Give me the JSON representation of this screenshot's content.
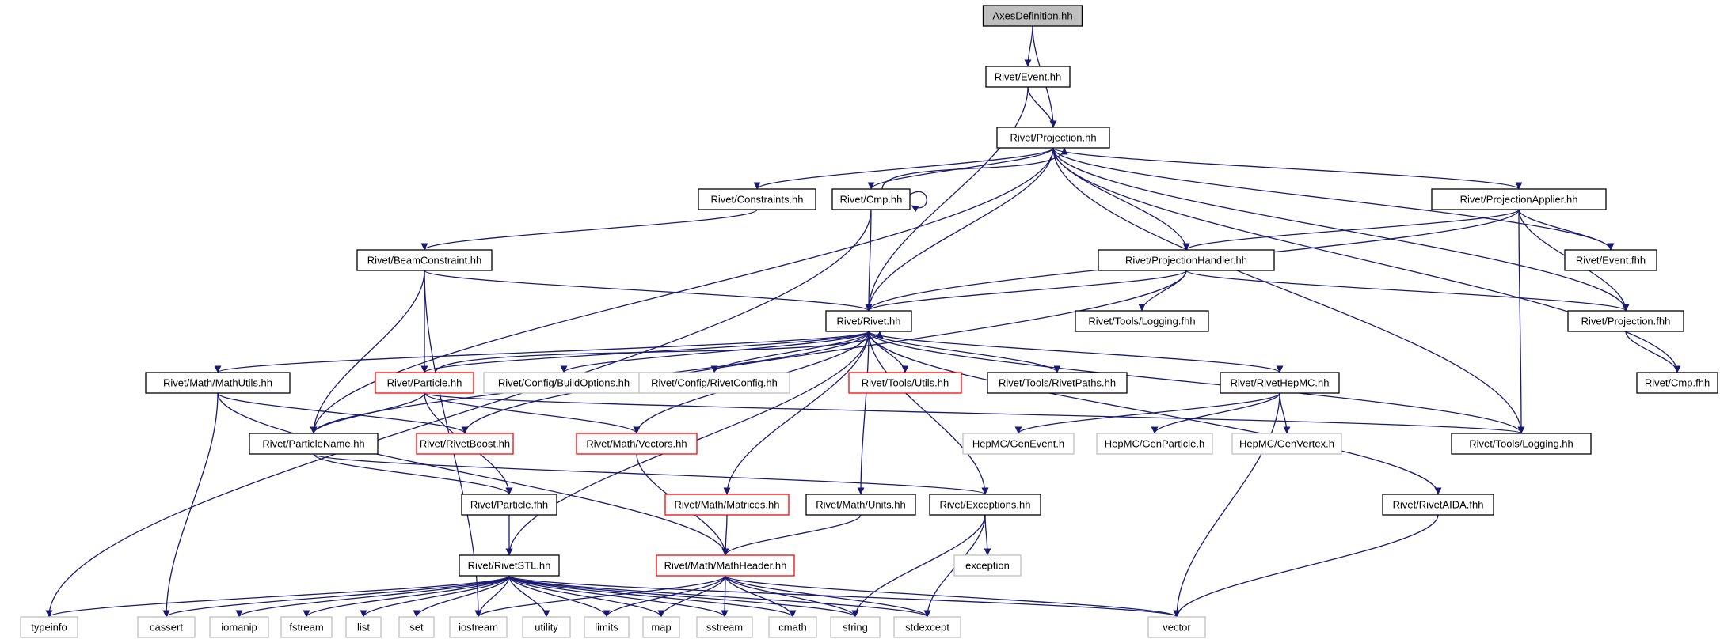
{
  "styles": {
    "normal": {
      "fill": "#ffffff",
      "stroke": "#000000",
      "text": "#000000"
    },
    "root": {
      "fill": "#bfbfbf",
      "stroke": "#000000",
      "text": "#000000"
    },
    "truncated": {
      "fill": "#ffffff",
      "stroke": "#ff0000",
      "text": "#000000"
    },
    "external": {
      "fill": "#ffffff",
      "stroke": "#bfbfbf",
      "text": "#000000"
    },
    "edge": "#191970"
  },
  "nodes": [
    {
      "id": "axes",
      "label": "AxesDefinition.hh",
      "style": "root"
    },
    {
      "id": "event",
      "label": "Rivet/Event.hh",
      "style": "normal"
    },
    {
      "id": "projection",
      "label": "Rivet/Projection.hh",
      "style": "normal"
    },
    {
      "id": "constraints",
      "label": "Rivet/Constraints.hh",
      "style": "normal"
    },
    {
      "id": "cmp",
      "label": "Rivet/Cmp.hh",
      "style": "normal"
    },
    {
      "id": "projapplier",
      "label": "Rivet/ProjectionApplier.hh",
      "style": "normal"
    },
    {
      "id": "beamconstraint",
      "label": "Rivet/BeamConstraint.hh",
      "style": "normal"
    },
    {
      "id": "projhandler",
      "label": "Rivet/ProjectionHandler.hh",
      "style": "normal"
    },
    {
      "id": "eventfhh",
      "label": "Rivet/Event.fhh",
      "style": "normal"
    },
    {
      "id": "rivet",
      "label": "Rivet/Rivet.hh",
      "style": "normal"
    },
    {
      "id": "loggingfhh",
      "label": "Rivet/Tools/Logging.fhh",
      "style": "normal"
    },
    {
      "id": "projfhh",
      "label": "Rivet/Projection.fhh",
      "style": "normal"
    },
    {
      "id": "cmpfhh",
      "label": "Rivet/Cmp.fhh",
      "style": "normal"
    },
    {
      "id": "mathutils",
      "label": "Rivet/Math/MathUtils.hh",
      "style": "normal"
    },
    {
      "id": "particle",
      "label": "Rivet/Particle.hh",
      "style": "truncated"
    },
    {
      "id": "buildoptions",
      "label": "Rivet/Config/BuildOptions.hh",
      "style": "external"
    },
    {
      "id": "rivetconfig",
      "label": "Rivet/Config/RivetConfig.hh",
      "style": "external"
    },
    {
      "id": "utils",
      "label": "Rivet/Tools/Utils.hh",
      "style": "truncated"
    },
    {
      "id": "rivetpaths",
      "label": "Rivet/Tools/RivetPaths.hh",
      "style": "normal"
    },
    {
      "id": "rivethepmc",
      "label": "Rivet/RivetHepMC.hh",
      "style": "normal"
    },
    {
      "id": "particlename",
      "label": "Rivet/ParticleName.hh",
      "style": "normal"
    },
    {
      "id": "rivetboost",
      "label": "Rivet/RivetBoost.hh",
      "style": "truncated"
    },
    {
      "id": "vectors",
      "label": "Rivet/Math/Vectors.hh",
      "style": "truncated"
    },
    {
      "id": "genevent",
      "label": "HepMC/GenEvent.h",
      "style": "external"
    },
    {
      "id": "genparticle",
      "label": "HepMC/GenParticle.h",
      "style": "external"
    },
    {
      "id": "genvertex",
      "label": "HepMC/GenVertex.h",
      "style": "external"
    },
    {
      "id": "logging",
      "label": "Rivet/Tools/Logging.hh",
      "style": "normal"
    },
    {
      "id": "particlefhh",
      "label": "Rivet/Particle.fhh",
      "style": "normal"
    },
    {
      "id": "matrices",
      "label": "Rivet/Math/Matrices.hh",
      "style": "truncated"
    },
    {
      "id": "units",
      "label": "Rivet/Math/Units.hh",
      "style": "normal"
    },
    {
      "id": "exceptions",
      "label": "Rivet/Exceptions.hh",
      "style": "normal"
    },
    {
      "id": "rivetaida",
      "label": "Rivet/RivetAIDA.fhh",
      "style": "normal"
    },
    {
      "id": "exception",
      "label": "exception",
      "style": "external"
    },
    {
      "id": "rivetstl",
      "label": "Rivet/RivetSTL.hh",
      "style": "normal"
    },
    {
      "id": "mathheader",
      "label": "Rivet/Math/MathHeader.hh",
      "style": "truncated"
    },
    {
      "id": "typeinfo",
      "label": "typeinfo",
      "style": "external"
    },
    {
      "id": "cassert",
      "label": "cassert",
      "style": "external"
    },
    {
      "id": "iomanip",
      "label": "iomanip",
      "style": "external"
    },
    {
      "id": "fstream",
      "label": "fstream",
      "style": "external"
    },
    {
      "id": "list",
      "label": "list",
      "style": "external"
    },
    {
      "id": "set",
      "label": "set",
      "style": "external"
    },
    {
      "id": "iostream",
      "label": "iostream",
      "style": "external"
    },
    {
      "id": "utility",
      "label": "utility",
      "style": "external"
    },
    {
      "id": "limits",
      "label": "limits",
      "style": "external"
    },
    {
      "id": "map",
      "label": "map",
      "style": "external"
    },
    {
      "id": "sstream",
      "label": "sstream",
      "style": "external"
    },
    {
      "id": "cmath",
      "label": "cmath",
      "style": "external"
    },
    {
      "id": "string",
      "label": "string",
      "style": "external"
    },
    {
      "id": "stdexcept",
      "label": "stdexcept",
      "style": "external"
    },
    {
      "id": "vector",
      "label": "vector",
      "style": "external"
    }
  ],
  "edges": [
    [
      "axes",
      "event"
    ],
    [
      "axes",
      "projection"
    ],
    [
      "event",
      "projection"
    ],
    [
      "event",
      "rivet"
    ],
    [
      "projection",
      "constraints"
    ],
    [
      "projection",
      "cmp"
    ],
    [
      "projection",
      "projapplier"
    ],
    [
      "projection",
      "projhandler"
    ],
    [
      "projection",
      "eventfhh"
    ],
    [
      "projection",
      "rivet"
    ],
    [
      "projection",
      "projfhh"
    ],
    [
      "projection",
      "cmpfhh"
    ],
    [
      "projection",
      "logging"
    ],
    [
      "projection",
      "particlename"
    ],
    [
      "cmp",
      "projection"
    ],
    [
      "cmp",
      "cmp"
    ],
    [
      "cmp",
      "rivet"
    ],
    [
      "cmp",
      "typeinfo"
    ],
    [
      "constraints",
      "beamconstraint"
    ],
    [
      "projapplier",
      "eventfhh"
    ],
    [
      "projapplier",
      "projhandler"
    ],
    [
      "projapplier",
      "rivet"
    ],
    [
      "projapplier",
      "projfhh"
    ],
    [
      "projapplier",
      "logging"
    ],
    [
      "beamconstraint",
      "rivet"
    ],
    [
      "beamconstraint",
      "particle"
    ],
    [
      "beamconstraint",
      "particlename"
    ],
    [
      "beamconstraint",
      "iostream"
    ],
    [
      "projhandler",
      "rivet"
    ],
    [
      "projhandler",
      "loggingfhh"
    ],
    [
      "projhandler",
      "projfhh"
    ],
    [
      "projhandler",
      "rivetboost"
    ],
    [
      "projfhh",
      "cmpfhh"
    ],
    [
      "rivet",
      "mathutils"
    ],
    [
      "rivet",
      "particle"
    ],
    [
      "rivet",
      "buildoptions"
    ],
    [
      "rivet",
      "rivetconfig"
    ],
    [
      "rivet",
      "utils"
    ],
    [
      "rivet",
      "rivetpaths"
    ],
    [
      "rivet",
      "rivethepmc"
    ],
    [
      "rivet",
      "particlename"
    ],
    [
      "rivet",
      "vectors"
    ],
    [
      "rivet",
      "matrices"
    ],
    [
      "rivet",
      "units"
    ],
    [
      "rivet",
      "exceptions"
    ],
    [
      "rivet",
      "rivetaida"
    ],
    [
      "rivet",
      "logging"
    ],
    [
      "rivet",
      "rivetstl"
    ],
    [
      "particle",
      "rivet"
    ],
    [
      "particle",
      "particlename"
    ],
    [
      "particle",
      "vectors"
    ],
    [
      "particle",
      "particlefhh"
    ],
    [
      "particle",
      "logging"
    ],
    [
      "mathutils",
      "rivetboost"
    ],
    [
      "mathutils",
      "mathheader"
    ],
    [
      "mathutils",
      "cassert"
    ],
    [
      "rivethepmc",
      "genevent"
    ],
    [
      "rivethepmc",
      "genparticle"
    ],
    [
      "rivethepmc",
      "genvertex"
    ],
    [
      "rivethepmc",
      "vector"
    ],
    [
      "particlename",
      "particlefhh"
    ],
    [
      "particlename",
      "exceptions"
    ],
    [
      "vectors",
      "mathheader"
    ],
    [
      "particlefhh",
      "rivetstl"
    ],
    [
      "matrices",
      "mathheader"
    ],
    [
      "units",
      "mathheader"
    ],
    [
      "exceptions",
      "exception"
    ],
    [
      "exceptions",
      "string"
    ],
    [
      "exceptions",
      "stdexcept"
    ],
    [
      "rivetaida",
      "vector"
    ],
    [
      "rivetstl",
      "typeinfo"
    ],
    [
      "rivetstl",
      "cassert"
    ],
    [
      "rivetstl",
      "iomanip"
    ],
    [
      "rivetstl",
      "fstream"
    ],
    [
      "rivetstl",
      "list"
    ],
    [
      "rivetstl",
      "set"
    ],
    [
      "rivetstl",
      "iostream"
    ],
    [
      "rivetstl",
      "utility"
    ],
    [
      "rivetstl",
      "limits"
    ],
    [
      "rivetstl",
      "map"
    ],
    [
      "rivetstl",
      "sstream"
    ],
    [
      "rivetstl",
      "cmath"
    ],
    [
      "rivetstl",
      "string"
    ],
    [
      "rivetstl",
      "stdexcept"
    ],
    [
      "rivetstl",
      "vector"
    ],
    [
      "mathheader",
      "iostream"
    ],
    [
      "mathheader",
      "limits"
    ],
    [
      "mathheader",
      "map"
    ],
    [
      "mathheader",
      "sstream"
    ],
    [
      "mathheader",
      "cmath"
    ],
    [
      "mathheader",
      "string"
    ],
    [
      "mathheader",
      "stdexcept"
    ],
    [
      "mathheader",
      "vector"
    ]
  ]
}
